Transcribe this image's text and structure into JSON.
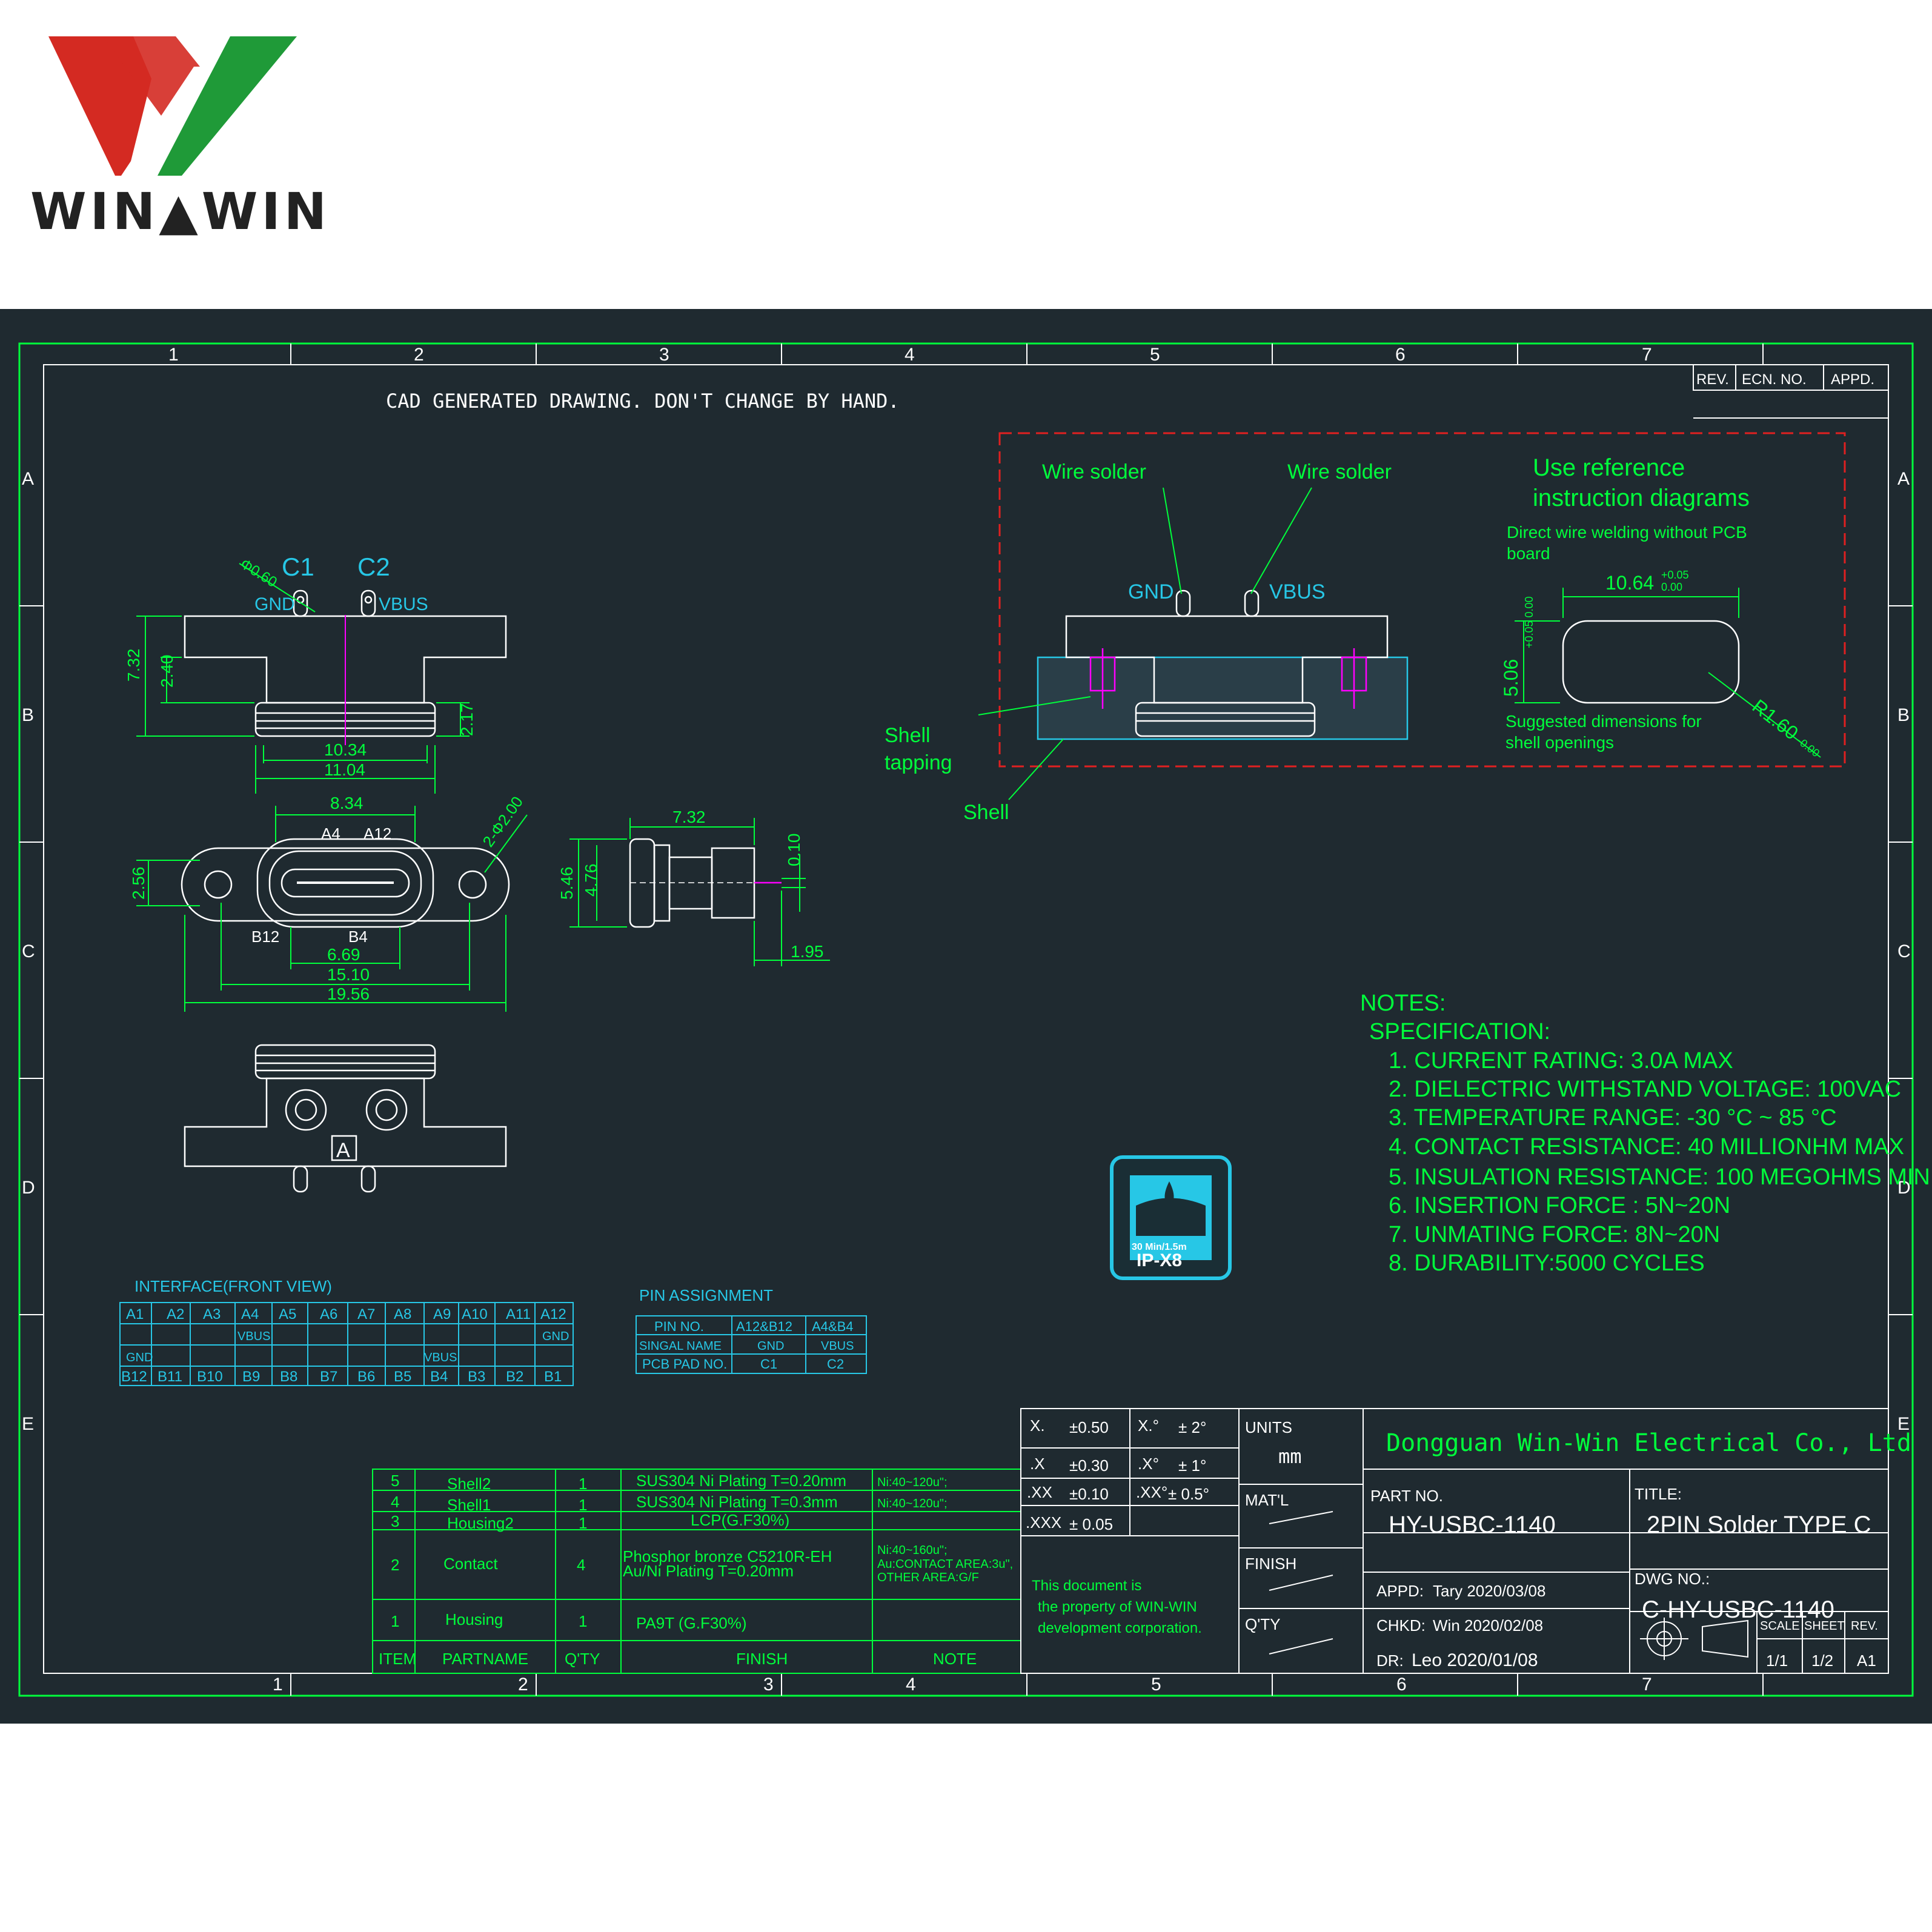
{
  "logo": {
    "text": "WIN▲WIN",
    "colors": {
      "red": "#d42a22",
      "green": "#1f9a38"
    }
  },
  "colors": {
    "bg": "#1f2a30",
    "line": "#00ff3c",
    "white": "#ffffff",
    "cyan": "#27c7e6",
    "red": "#e02020",
    "magenta": "#ff00ff"
  },
  "header_note": "CAD GENERATED DRAWING. DON'T CHANGE BY HAND.",
  "zones_top": [
    "1",
    "2",
    "3",
    "4",
    "5",
    "6",
    "7"
  ],
  "zones_side": [
    "A",
    "B",
    "C",
    "D",
    "E"
  ],
  "rev_block": {
    "rev": "REV.",
    "ecn": "ECN. NO.",
    "appd": "APPD."
  },
  "front_view": {
    "c1": "C1",
    "c2": "C2",
    "gnd": "GND",
    "vbus": "VBUS",
    "hole": "Φ0.60",
    "dims": {
      "h1": "7.32",
      "h2": "2.40",
      "h3": "2.17",
      "w1": "10.34",
      "w2": "11.04"
    }
  },
  "face_view": {
    "a4": "A4",
    "a12": "A12",
    "b12": "B12",
    "b4": "B4",
    "holes": "2-Φ2.00",
    "dims": {
      "top": "8.34",
      "h": "2.56",
      "w1": "6.69",
      "w2": "15.10",
      "w3": "19.56"
    }
  },
  "side_view": {
    "dims": {
      "top": "7.32",
      "h1": "5.46",
      "h2": "4.76",
      "pin": "0.10",
      "tail": "1.95"
    }
  },
  "bottom_view": {
    "mark": "A"
  },
  "reference": {
    "wire1": "Wire solder",
    "wire2": "Wire solder",
    "title1": "Use reference",
    "title2": "instruction diagrams",
    "sub1": "Direct wire welding without PCB",
    "sub2": "board",
    "gnd": "GND",
    "vbus": "VBUS",
    "shell_tap1": "Shell",
    "shell_tap2": "tapping",
    "shell": "Shell",
    "dim_w": "10.64",
    "dim_w_tol_up": "+0.05",
    "dim_w_tol_dn": "0.00",
    "dim_h": "5.06",
    "dim_h_tol": "+0.05 0.00",
    "radius": "R1.60",
    "radius_tol": "-0.00",
    "sugg1": "Suggested dimensions for",
    "sugg2": "shell openings"
  },
  "notes": {
    "title": "NOTES:",
    "spec": "SPECIFICATION:",
    "items": [
      "1. CURRENT RATING: 3.0A MAX",
      "2. DIELECTRIC WITHSTAND VOLTAGE: 100VAC",
      "3. TEMPERATURE RANGE: -30 °C ~ 85 °C",
      "4. CONTACT RESISTANCE: 40 MILLIONHM MAX",
      "5. INSULATION RESISTANCE: 100 MEGOHMS MIN.",
      "6.  INSERTION  FORCE  :  5N~20N",
      "7.  UNMATING  FORCE:  8N~20N",
      "8.  DURABILITY:5000  CYCLES"
    ]
  },
  "ip_badge": {
    "line1": "30 Min/1.5m",
    "line2": "IP-X8"
  },
  "interface": {
    "title": "INTERFACE(FRONT VIEW)",
    "row1": [
      "A1",
      "A2",
      "A3",
      "A4",
      "A5",
      "A6",
      "A7",
      "A8",
      "A9",
      "A10",
      "A11",
      "A12"
    ],
    "row2": [
      "",
      "",
      "",
      "VBUS",
      "",
      "",
      "",
      "",
      "",
      "",
      "",
      "GND"
    ],
    "row3": [
      "GND",
      "",
      "",
      "",
      "",
      "",
      "",
      "",
      "VBUS",
      "",
      "",
      ""
    ],
    "row4": [
      "B12",
      "B11",
      "B10",
      "B9",
      "B8",
      "B7",
      "B6",
      "B5",
      "B4",
      "B3",
      "B2",
      "B1"
    ]
  },
  "pin_assignment": {
    "title": "PIN ASSIGNMENT",
    "rows": [
      [
        "PIN NO.",
        "A12&B12",
        "A4&B4"
      ],
      [
        "SINGAL NAME",
        "GND",
        "VBUS"
      ],
      [
        "PCB PAD NO.",
        "C1",
        "C2"
      ]
    ]
  },
  "bom": {
    "rows": [
      {
        "item": "5",
        "part": "Shell2",
        "qty": "1",
        "finish": "SUS304  Ni   Plating  T=0.20mm",
        "note": "Ni:40~120u\";"
      },
      {
        "item": "4",
        "part": "Shell1",
        "qty": "1",
        "finish": "SUS304  Ni   Plating  T=0.3mm",
        "note": "Ni:40~120u\";"
      },
      {
        "item": "3",
        "part": "Housing2",
        "qty": "1",
        "finish": "LCP(G.F30%)",
        "note": ""
      },
      {
        "item": "2",
        "part": "Contact",
        "qty": "4",
        "finish": "Phosphor  bronze  C5210R-EH",
        "finish2": "Au/Ni   Plating   T=0.20mm",
        "note": "Ni:40~160u\";",
        "note2": "Au:CONTACT  AREA:3u\",",
        "note3": "OTHER  AREA:G/F"
      },
      {
        "item": "1",
        "part": "Housing",
        "qty": "1",
        "finish": "PA9T  (G.F30%)",
        "note": ""
      }
    ],
    "header": {
      "item": "ITEM",
      "part": "PARTNAME",
      "qty": "Q'TY",
      "finish": "FINISH",
      "note": "NOTE"
    }
  },
  "tolerances": [
    {
      "k": "X.",
      "v": "±0.50",
      "ak": "X.°",
      "av": "± 2°"
    },
    {
      "k": ".X",
      "v": "±0.30",
      "ak": ".X°",
      "av": "± 1°"
    },
    {
      "k": ".XX",
      "v": "±0.10",
      "ak": ".XX°",
      "av": "± 0.5°"
    },
    {
      "k": ".XXX",
      "v": "± 0.05",
      "ak": "",
      "av": ""
    }
  ],
  "title_block": {
    "units_label": "UNITS",
    "units": "mm",
    "matl": "MAT'L",
    "finish": "FINISH",
    "qty": "Q'TY",
    "company": "Dongguan  Win-Win  Electrical  Co.,  Ltd",
    "part_no_label": "PART   NO.",
    "part_no": "HY-USBC-1140",
    "title_label": "TITLE:",
    "title": "2PIN  Solder  TYPE  C",
    "appd_label": "APPD:",
    "appd": "Tary   2020/03/08",
    "chkd_label": "CHKD:",
    "chkd": "Win   2020/02/08",
    "dr_label": "DR:",
    "dr": "Leo  2020/01/08",
    "dwg_label": "DWG  NO.:",
    "dwg": "C-HY-USBC-1140",
    "property1": "This  document  is",
    "property2": "the  property  of  WIN-WIN",
    "property3": "development  corporation.",
    "scale_label": "SCALE",
    "scale": "1/1",
    "sheet_label": "SHEET",
    "sheet": "1/2",
    "rev_label": "REV.",
    "rev": "A1"
  }
}
